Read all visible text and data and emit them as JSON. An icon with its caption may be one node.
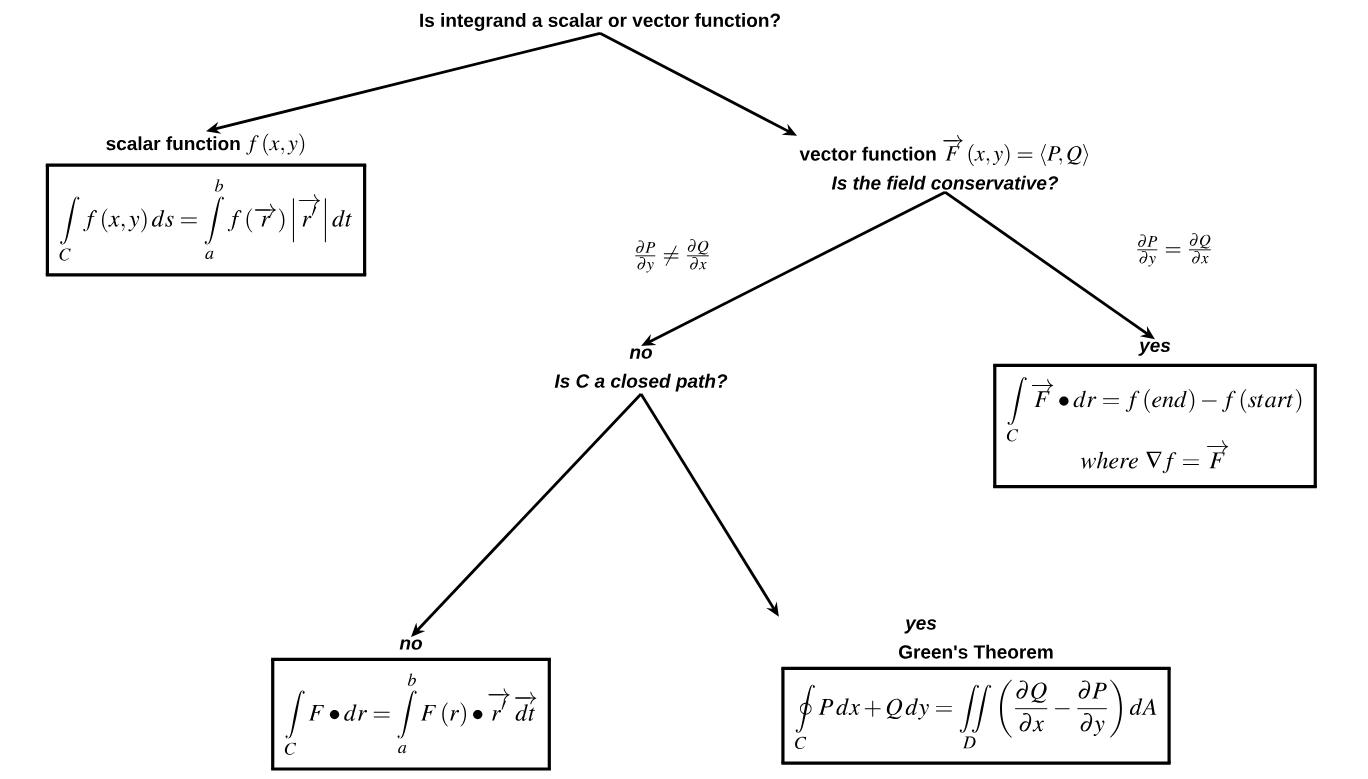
{
  "diagram": {
    "nodes": [
      {
        "text": [
          "Is integrand a scalar or vector function?"
        ]
      },
      {
        "text": [
          "scalar function",
          "f\\left(x,y\\right)",
          "\\int\\limits_C f\\left(x,y\\right)ds=\\int\\limits_a^b f\\left(\\overrightarrow{r}\\right)\\left|\\overrightarrow{r'}\\right|dt"
        ]
      },
      {
        "text": [
          "vector function",
          "\\overrightarrow{F}\\left(x,y\\right)=\\left\\langle P,Q\\right\\rangle",
          "Is the field conservative?"
        ]
      },
      {
        "text": [
          "no",
          "Is C a closed path?"
        ]
      },
      {
        "text": [
          "yes",
          "\\int\\limits_C\\overrightarrow{F}\\bullet dr=f\\left(end\\right)-f\\left(start\\right)",
          "where\\ \\nabla f=\\overrightarrow{F}"
        ]
      },
      {
        "text": [
          "no",
          "\\int\\limits_C F\\bullet dr=\\int\\limits_a^b F\\left(r\\right)\\bullet\\overrightarrow{r'}\\,\\overrightarrow{dt}"
        ]
      },
      {
        "text": [
          "yes",
          "Green's Theorem",
          "\\oint\\limits_C P\\,dx+Q\\,dy=\\iint\\limits_D\\left(\\frac{\\partial Q}{\\partial x}-\\frac{\\partial P}{\\partial y}\\right)dA"
        ]
      }
    ],
    "edges": [
      {
        "from": 0,
        "to": 1,
        "arrow": "to"
      },
      {
        "from": 0,
        "to": 2,
        "arrow": "to"
      },
      {
        "from": 2,
        "to": 3,
        "arrow": "to",
        "label": "\\frac{\\partial P}{\\partial y}\\neq\\frac{\\partial Q}{\\partial x}"
      },
      {
        "from": 2,
        "to": 4,
        "arrow": "to",
        "label": "\\frac{\\partial P}{\\partial y}=\\frac{\\partial Q}{\\partial x}"
      },
      {
        "from": 3,
        "to": 5,
        "arrow": "to"
      },
      {
        "from": 3,
        "to": 6,
        "arrow": "to"
      }
    ]
  }
}
